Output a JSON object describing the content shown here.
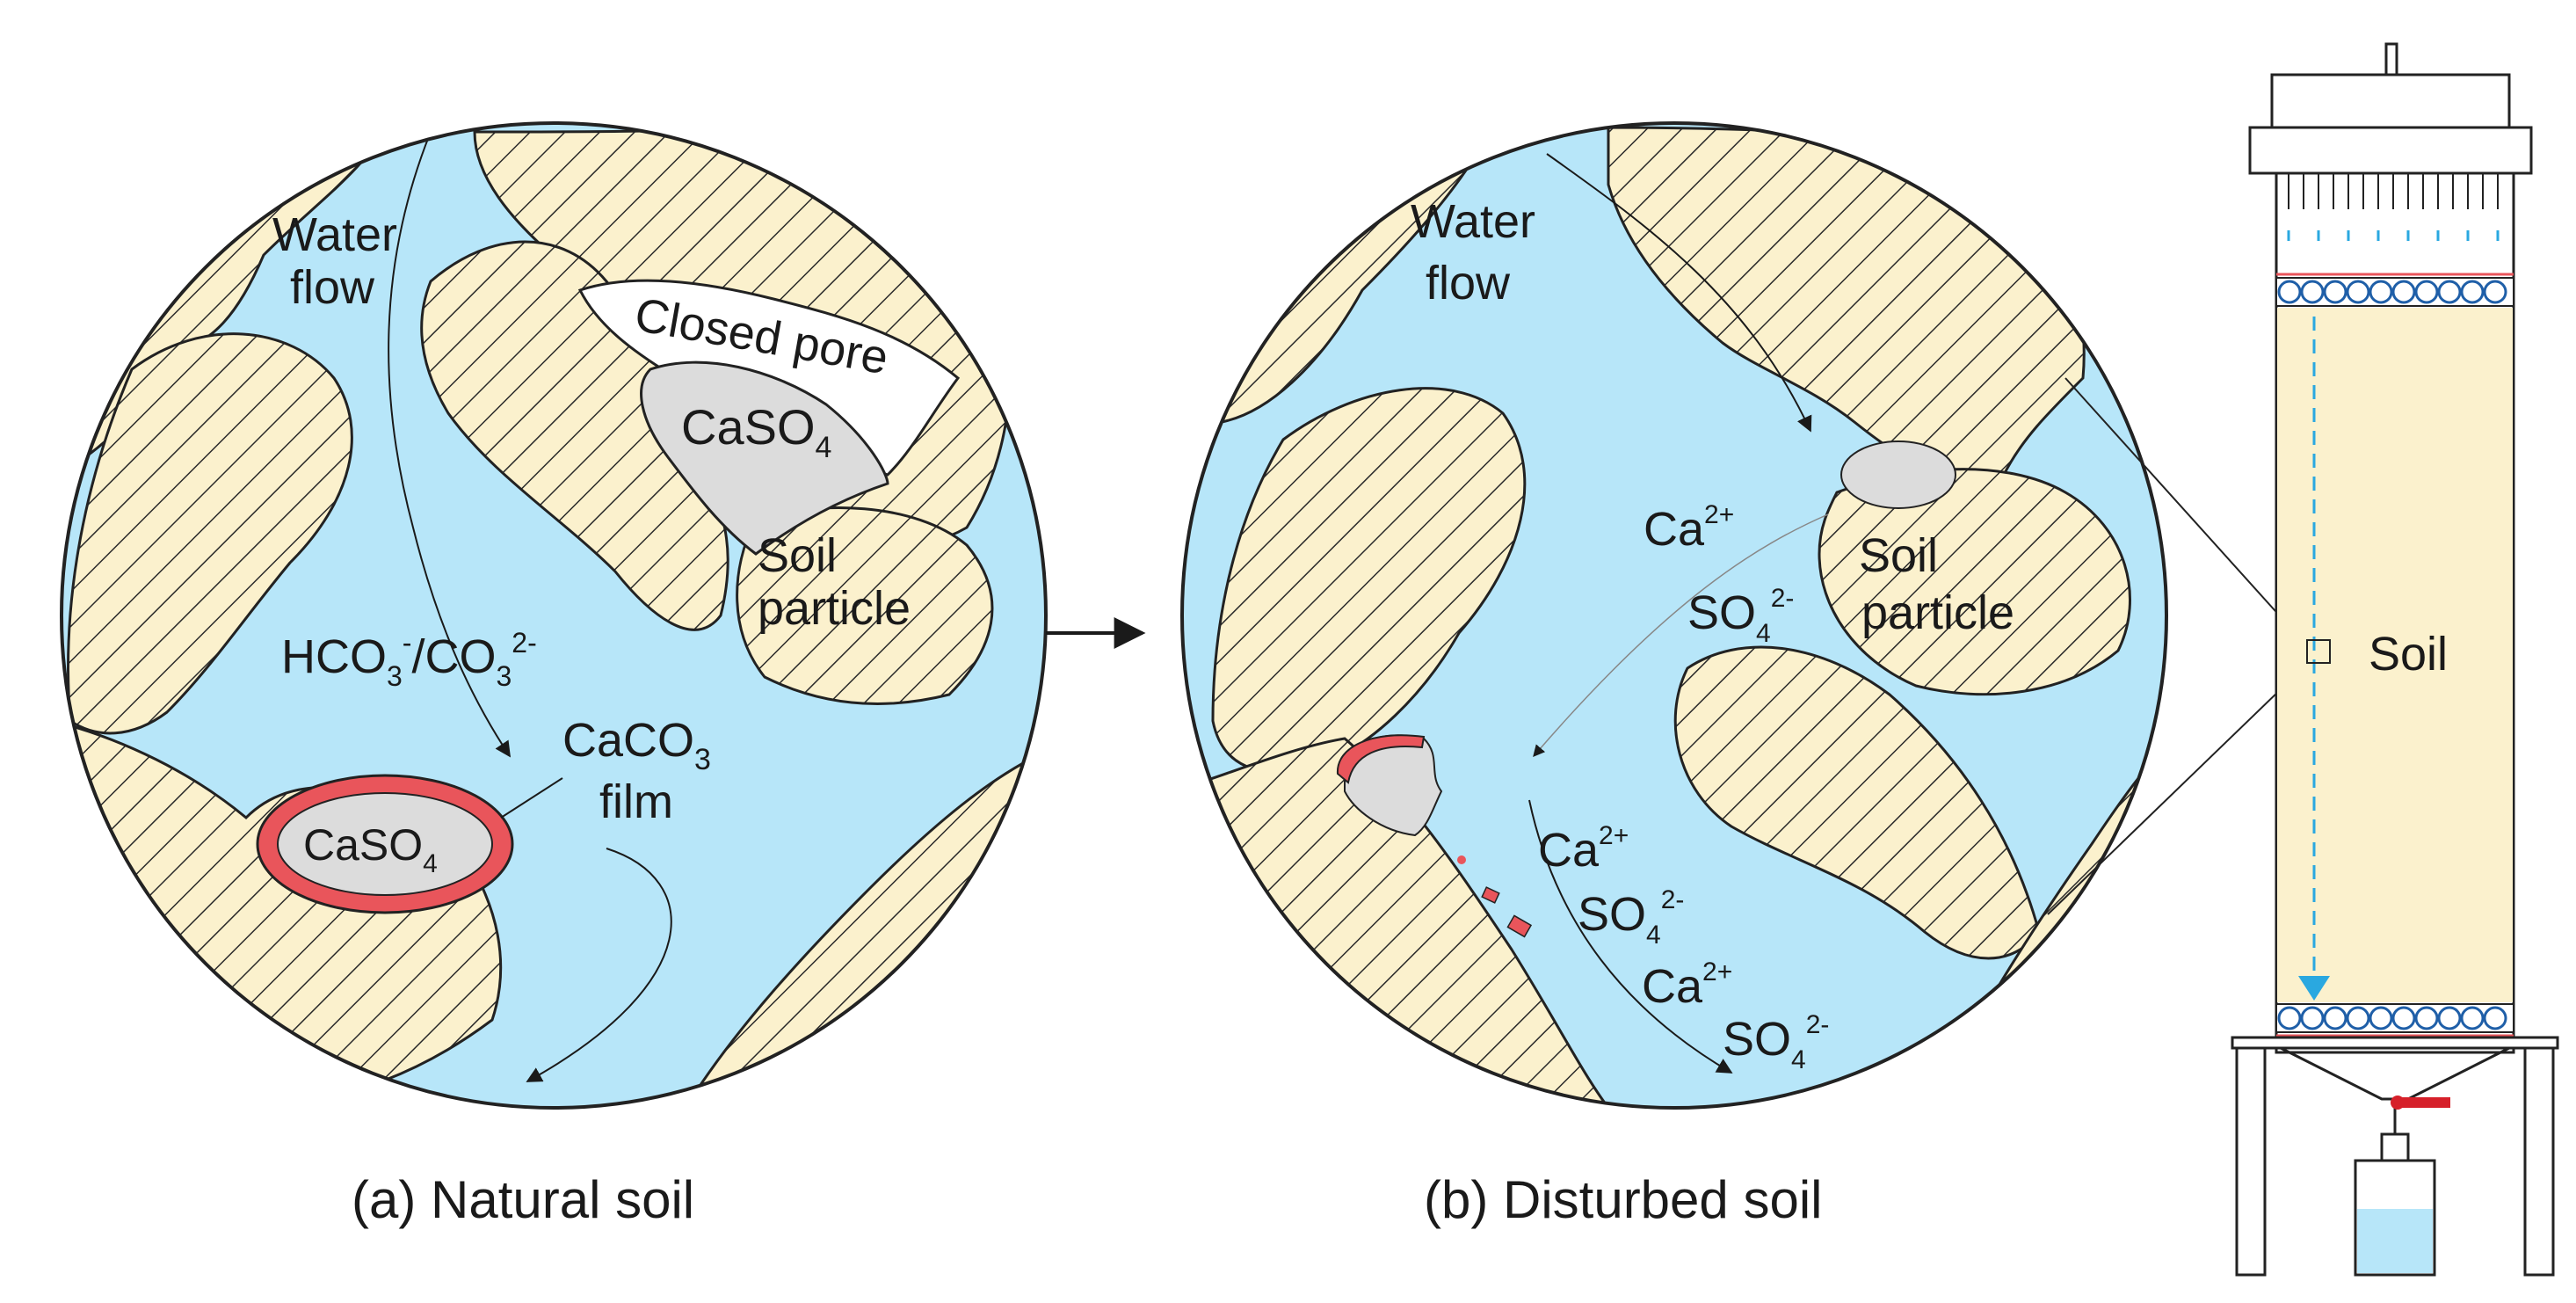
{
  "panel_a": {
    "caption": "(a) Natural soil",
    "labels": {
      "water_flow_1": "Water",
      "water_flow_2": "flow",
      "closed_pore": "Closed pore",
      "caso4_top_main": "CaSO",
      "caso4_top_sub": "4",
      "soil_particle_1": "Soil",
      "soil_particle_2": "particle",
      "hco3_a": "HCO",
      "hco3_sub": "3",
      "hco3_sup": "-",
      "slash": "/CO",
      "co3_sub": "3",
      "co3_sup": "2-",
      "caco3_main": "CaCO",
      "caco3_sub": "3",
      "film": "film",
      "caso4_film_main": "CaSO",
      "caso4_film_sub": "4"
    }
  },
  "panel_b": {
    "caption": "(b) Disturbed soil",
    "labels": {
      "water_flow_1": "Water",
      "water_flow_2": "flow",
      "ca": "Ca",
      "ca_sup": "2+",
      "so4": "SO",
      "so4_sub": "4",
      "so4_sup": "2-",
      "soil_particle_1": "Soil",
      "soil_particle_2": "particle"
    }
  },
  "column": {
    "soil_label": "Soil"
  },
  "colors": {
    "water": "#b7e6f9",
    "soil_particle": "#fbf1cd",
    "caso4": "#dcdcdc",
    "caco3_film": "#e9555b",
    "outline": "#222222",
    "flow_arrow": "#2aa8e0"
  }
}
